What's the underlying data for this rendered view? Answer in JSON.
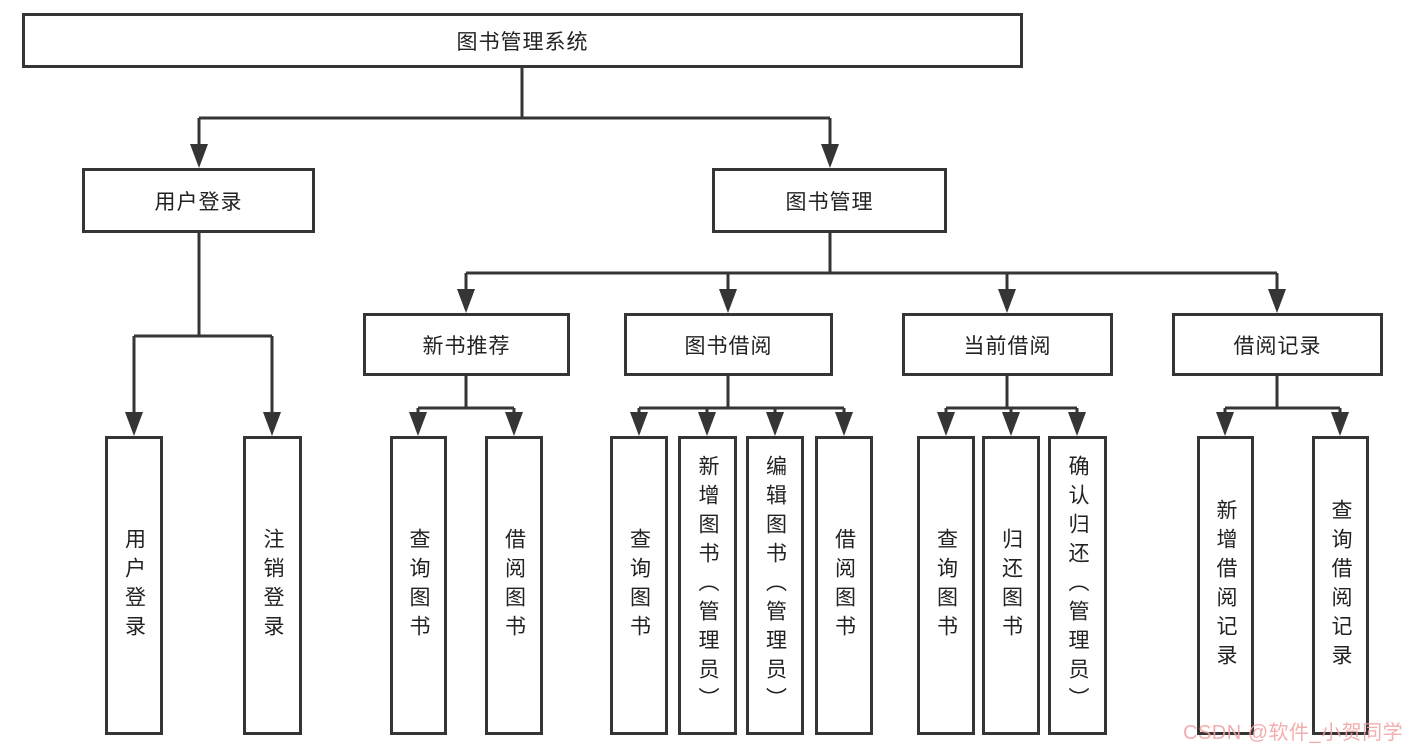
{
  "diagram": {
    "root": {
      "label": "图书管理系统"
    },
    "level2": [
      {
        "label": "用户登录"
      },
      {
        "label": "图书管理"
      }
    ],
    "level3": [
      {
        "label": "新书推荐"
      },
      {
        "label": "图书借阅"
      },
      {
        "label": "当前借阅"
      },
      {
        "label": "借阅记录"
      }
    ],
    "leaves": [
      {
        "label": "用户登录"
      },
      {
        "label": "注销登录"
      },
      {
        "label": "查询图书"
      },
      {
        "label": "借阅图书"
      },
      {
        "label": "查询图书"
      },
      {
        "label": "新增图书（管理员）"
      },
      {
        "label": "编辑图书（管理员）"
      },
      {
        "label": "借阅图书"
      },
      {
        "label": "查询图书"
      },
      {
        "label": "归还图书"
      },
      {
        "label": "确认归还（管理员）"
      },
      {
        "label": "新增借阅记录"
      },
      {
        "label": "查询借阅记录"
      }
    ]
  },
  "colors": {
    "line": "#353535",
    "text": "#222222",
    "watermark": "#f2a3a3",
    "background": "#ffffff"
  },
  "watermark": {
    "text": "CSDN @软件_小贺同学"
  }
}
